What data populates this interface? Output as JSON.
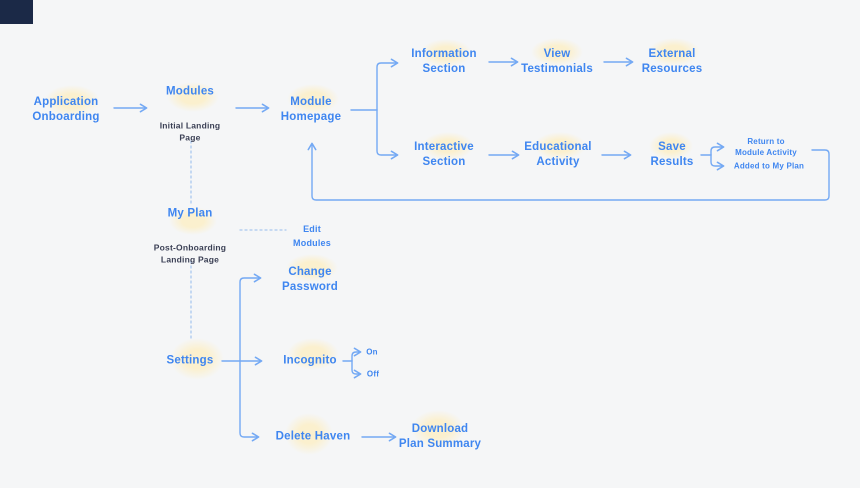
{
  "flow": {
    "colors": {
      "label_blue": "#3f86f0",
      "sublabel_dark": "#3a3f54",
      "connector_blue": "#74a9f4",
      "dotted_blue": "#aac8ef",
      "highlight_cream": "#fbf0ce",
      "background": "#f5f6f7",
      "corner_bar": "#1b2947"
    },
    "nodes": {
      "application_onboarding": {
        "label": "Application\nOnboarding"
      },
      "modules": {
        "label": "Modules",
        "sublabel": "Initial Landing\nPage"
      },
      "module_homepage": {
        "label": "Module\nHomepage"
      },
      "information_section": {
        "label": "Information\nSection"
      },
      "view_testimonials": {
        "label": "View\nTestimonials"
      },
      "external_resources": {
        "label": "External\nResources"
      },
      "interactive_section": {
        "label": "Interactive\nSection"
      },
      "educational_activity": {
        "label": "Educational\nActivity"
      },
      "save_results": {
        "label": "Save\nResults"
      },
      "return_to_module_activity": {
        "label": "Return to\nModule Activity"
      },
      "added_to_my_plan": {
        "label": "Added to My Plan"
      },
      "my_plan": {
        "label": "My Plan",
        "sublabel": "Post-Onboarding\nLanding Page"
      },
      "edit_modules": {
        "label": "Edit\nModules"
      },
      "settings": {
        "label": "Settings"
      },
      "change_password": {
        "label": "Change\nPassword"
      },
      "incognito": {
        "label": "Incognito"
      },
      "incognito_on": {
        "label": "On"
      },
      "incognito_off": {
        "label": "Off"
      },
      "delete_haven": {
        "label": "Delete Haven"
      },
      "download_plan_summary": {
        "label": "Download\nPlan Summary"
      }
    }
  }
}
